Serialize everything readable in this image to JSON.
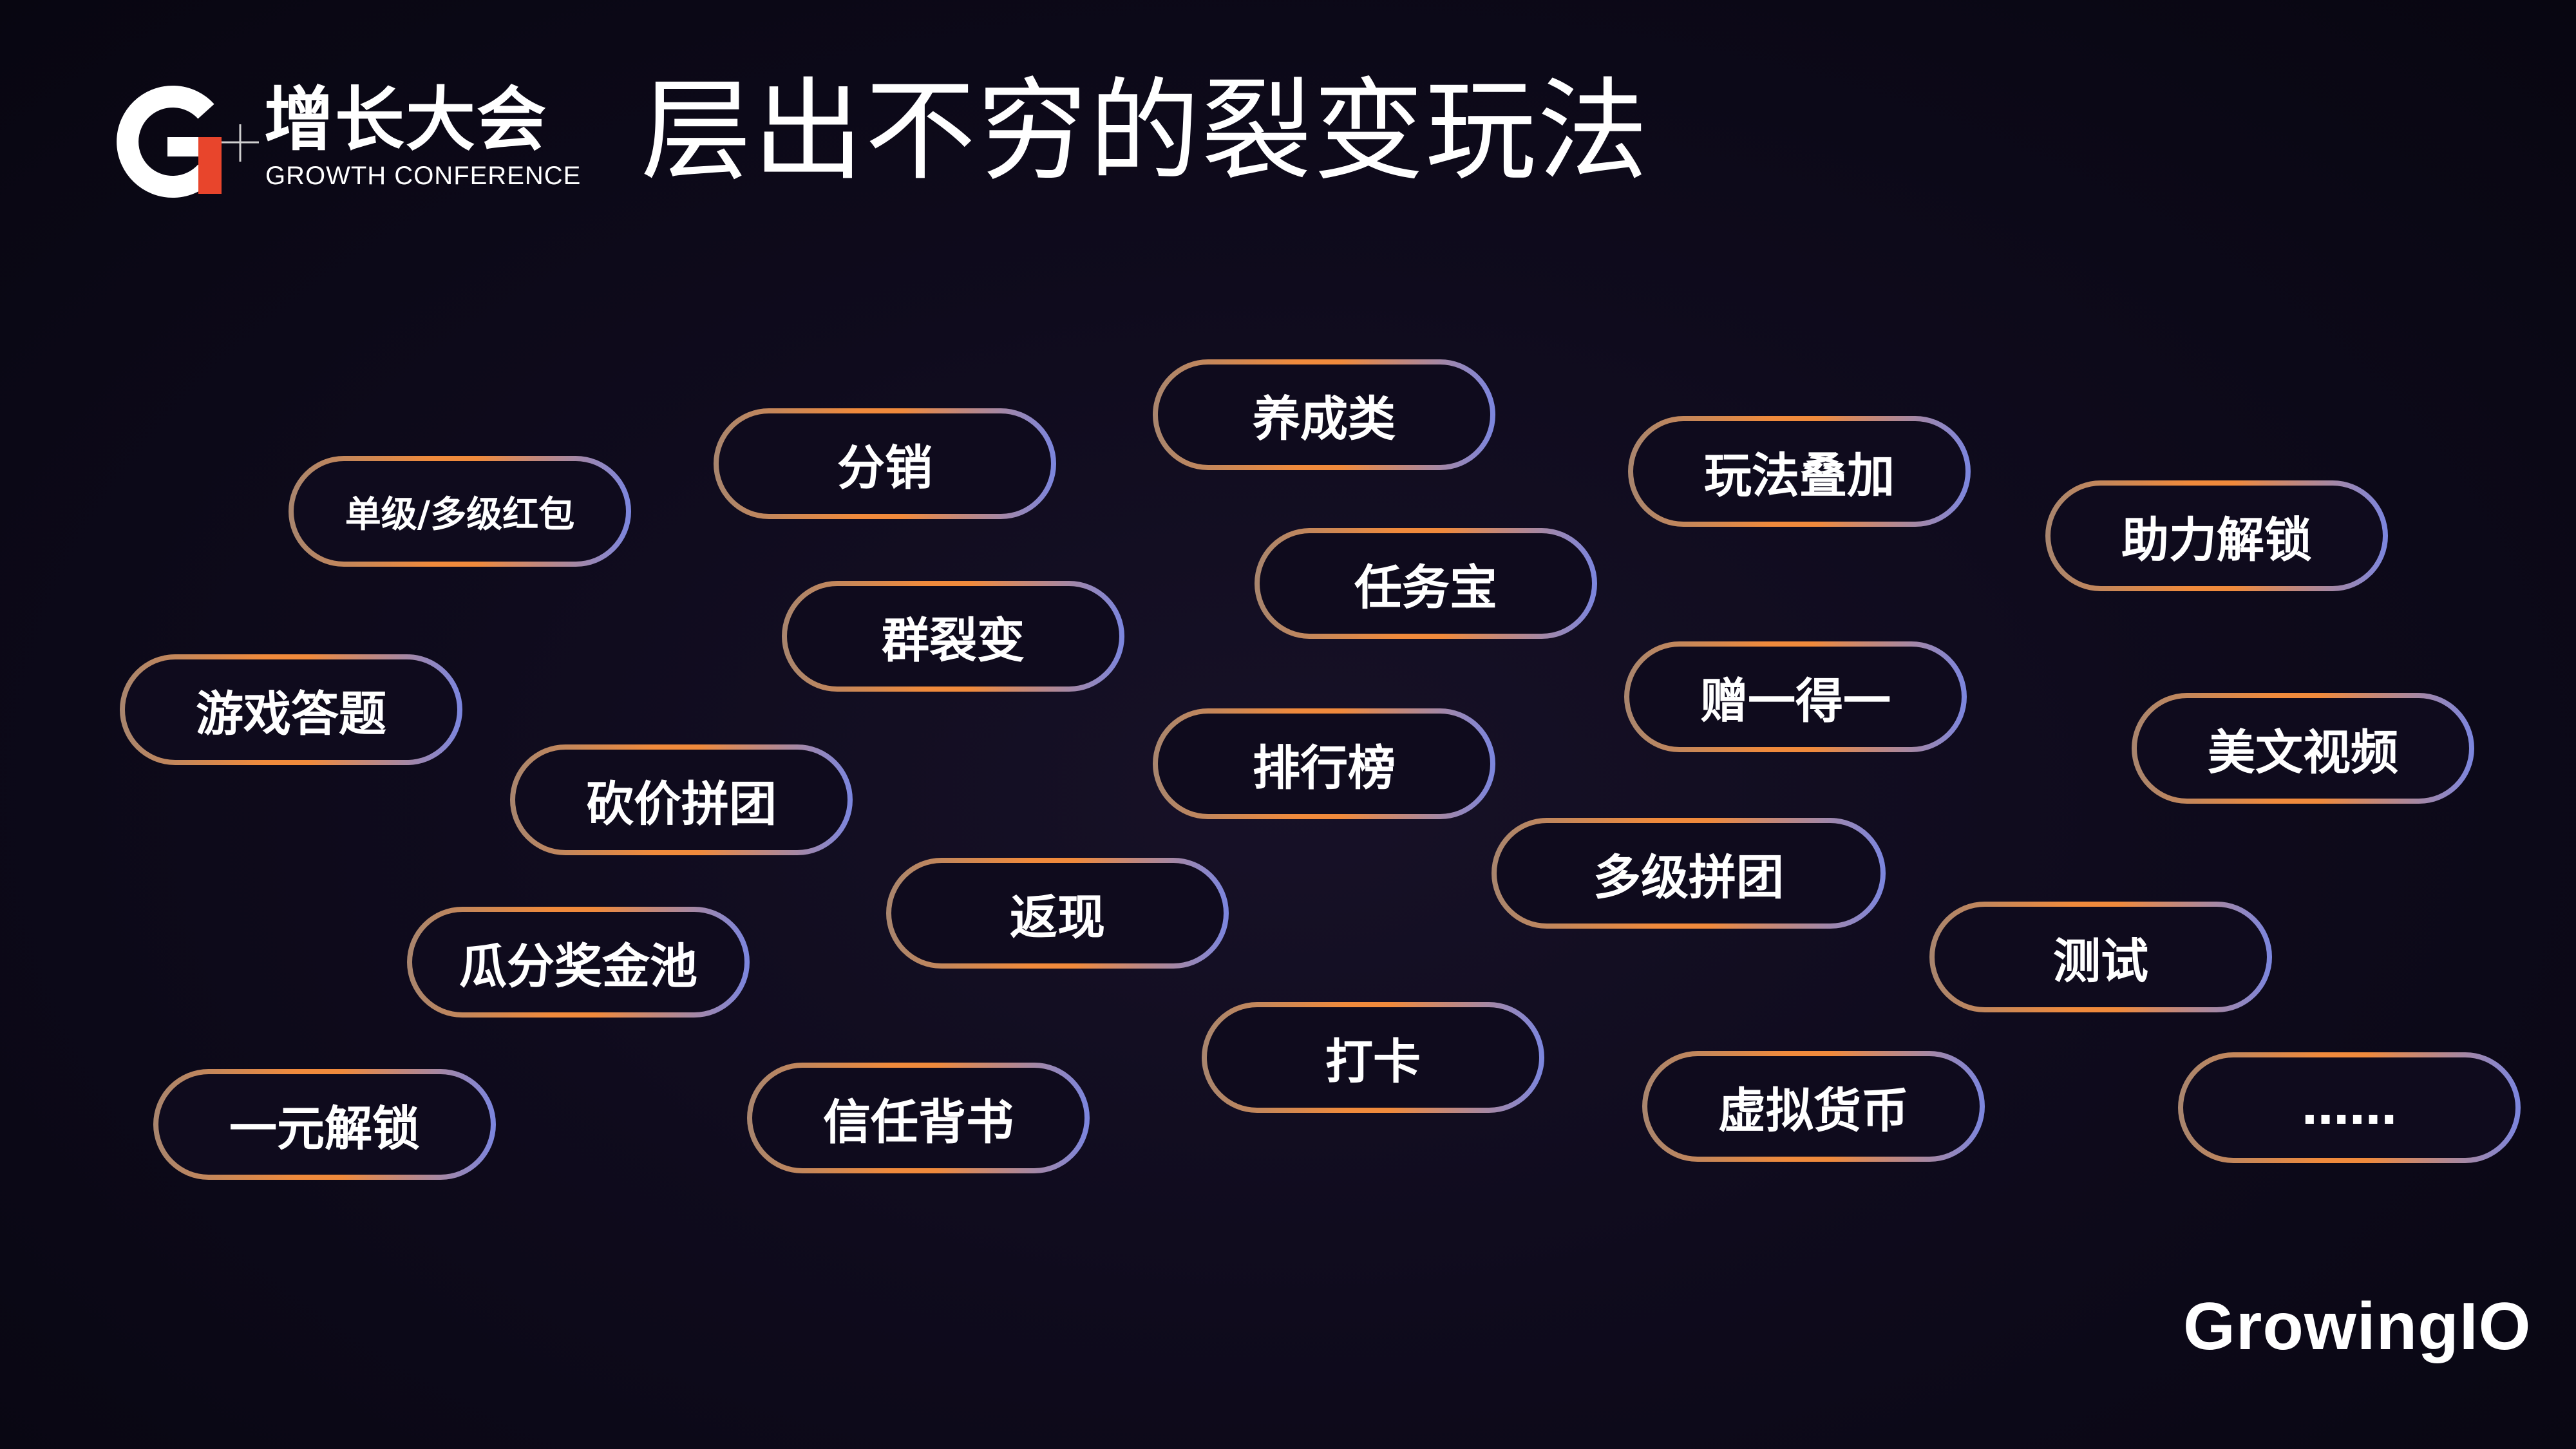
{
  "logo": {
    "text_cn": "增长大会",
    "text_en": "GROWTH CONFERENCE",
    "mark_icon": "growth-conference-g-mark",
    "accent_color": "#e8452c"
  },
  "title": "层出不穷的裂变玩法",
  "tags": [
    "单级/多级红包",
    "分销",
    "养成类",
    "玩法叠加",
    "助力解锁",
    "任务宝",
    "群裂变",
    "游戏答题",
    "赠一得一",
    "美文视频",
    "排行榜",
    "砍价拼团",
    "多级拼团",
    "返现",
    "瓜分奖金池",
    "测试",
    "打卡",
    "一元解锁",
    "信任背书",
    "虚拟货币",
    "……"
  ],
  "brand": "GrowingIO",
  "colors": {
    "background": "#0f0b1d",
    "pill_orange": "#f08a3c",
    "pill_blue": "#7b86e0",
    "pill_tan": "#a8856e"
  }
}
